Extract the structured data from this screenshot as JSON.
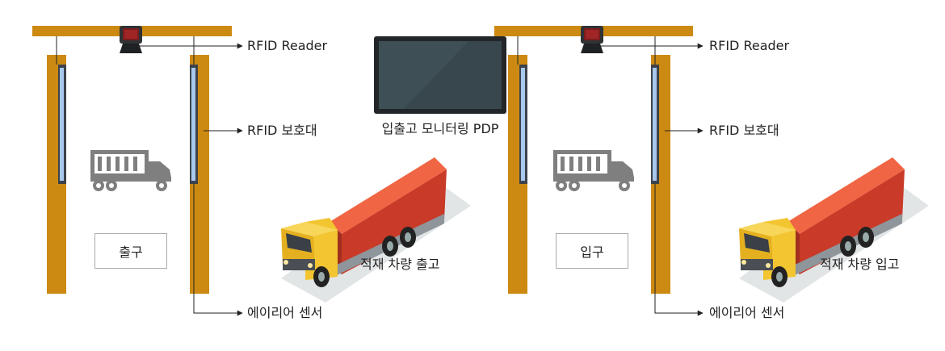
{
  "labels": {
    "rfid_reader": "RFID Reader",
    "rfid_guard": "RFID 보호대",
    "airear_sensor": "에이리어 센서",
    "monitor": "입출고 모니터링 PDP",
    "exit": "출구",
    "entrance": "입구",
    "truck_out": "적재 차량 출고",
    "truck_in": "적재 차량 입고"
  },
  "colors": {
    "gate_frame": "#cc8a12",
    "sensor_bar": "#3d434b",
    "sensor_light": "#a9c8ee",
    "monitor_screen": "#38474d",
    "truck_box": "#d8432a",
    "truck_cab": "#f2c531",
    "truck_icon": "#7f7f7f"
  },
  "icons": {
    "reader": "rfid-reader-icon",
    "truck": "truck-icon",
    "monitor": "monitor-icon"
  }
}
